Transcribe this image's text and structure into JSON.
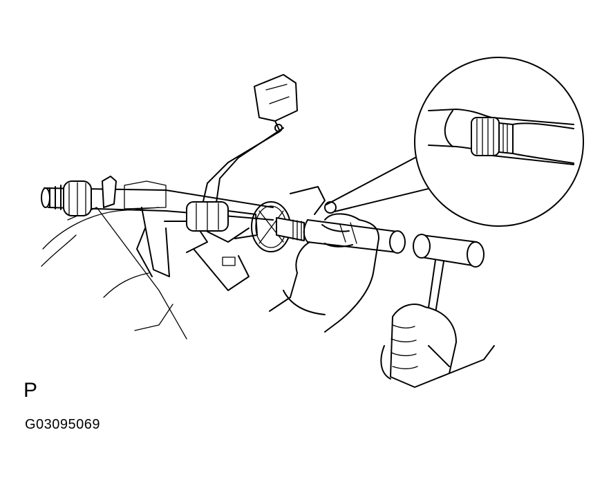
{
  "figure": {
    "view_label": "P",
    "figure_id": "G03095069"
  },
  "icons": {
    "illustration": "steering-column-hammer-illustration",
    "detail": "magnified-detail-icon"
  }
}
